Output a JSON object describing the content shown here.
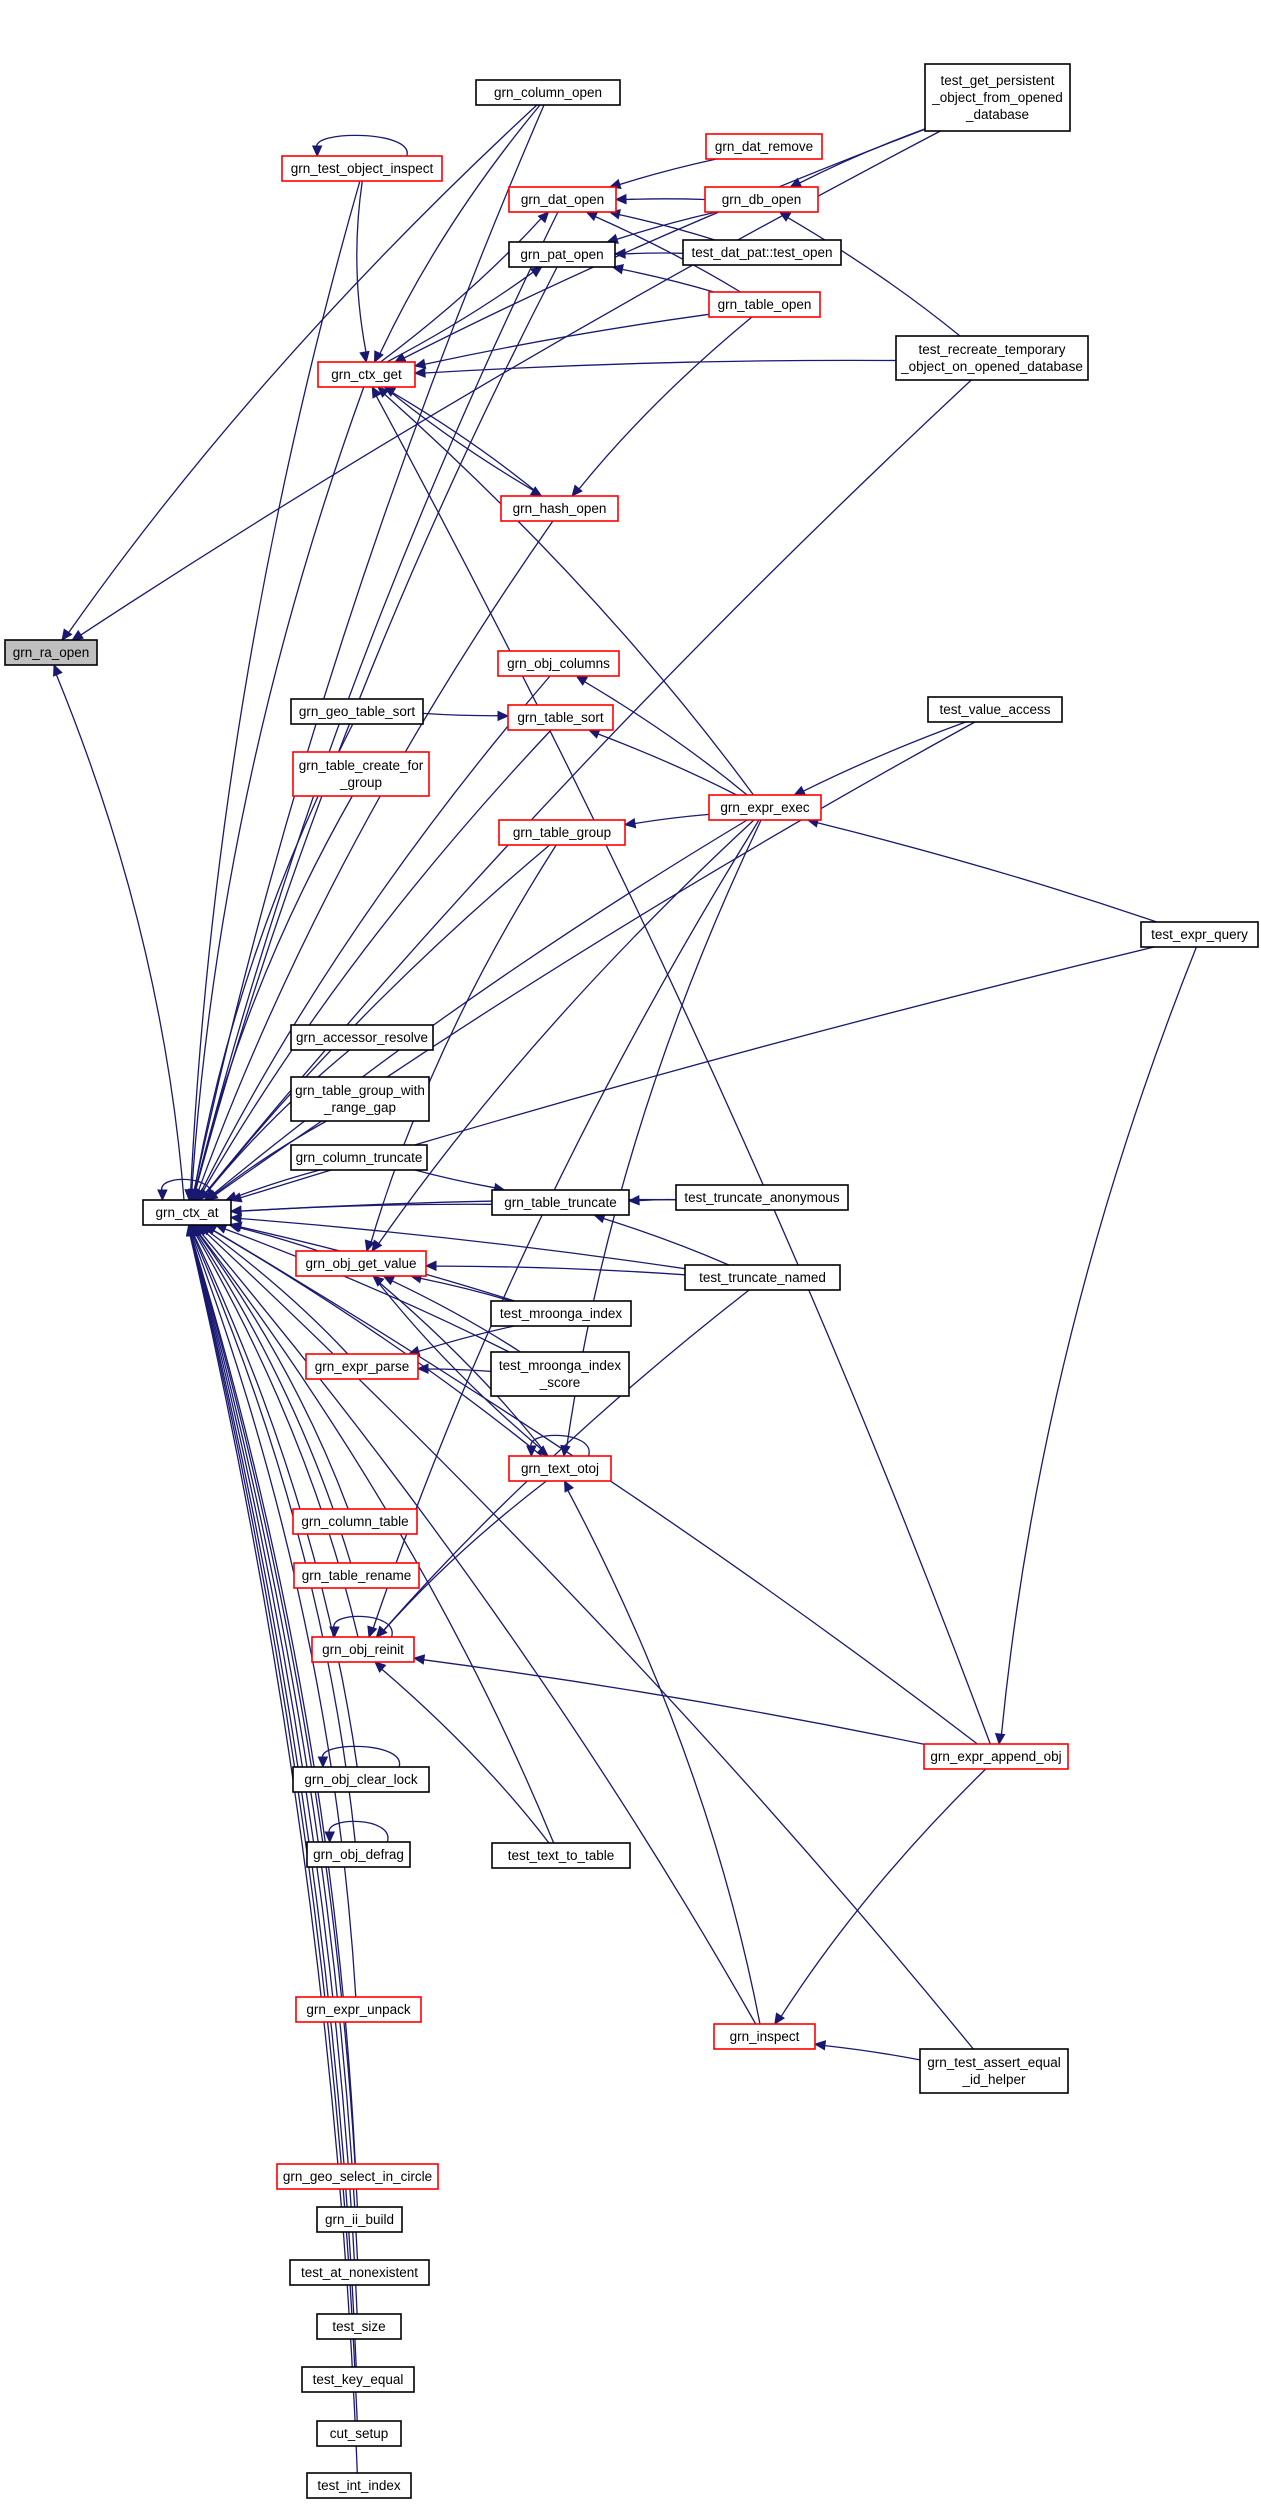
{
  "colors": {
    "edge": "#191970",
    "border_default": "#000000",
    "border_truncated": "#ff0000",
    "focus_fill": "#bfbfbf",
    "text": "#000000",
    "background": "#ffffff"
  },
  "nodes": [
    {
      "id": "n_ra_open",
      "lines": [
        "grn_ra_open"
      ],
      "style": "focus"
    },
    {
      "id": "n_ctx_at",
      "lines": [
        "grn_ctx_at"
      ],
      "style": "default"
    },
    {
      "id": "n_column_open",
      "lines": [
        "grn_column_open"
      ],
      "style": "default"
    },
    {
      "id": "n_test_get_persistent",
      "lines": [
        "test_get_persistent",
        "_object_from_opened",
        "_database"
      ],
      "style": "default"
    },
    {
      "id": "n_test_object_inspect",
      "lines": [
        "grn_test_object_inspect"
      ],
      "style": "truncated"
    },
    {
      "id": "n_dat_remove",
      "lines": [
        "grn_dat_remove"
      ],
      "style": "truncated"
    },
    {
      "id": "n_dat_open",
      "lines": [
        "grn_dat_open"
      ],
      "style": "truncated"
    },
    {
      "id": "n_db_open",
      "lines": [
        "grn_db_open"
      ],
      "style": "truncated"
    },
    {
      "id": "n_pat_open",
      "lines": [
        "grn_pat_open"
      ],
      "style": "default"
    },
    {
      "id": "n_test_dat_pat_open",
      "lines": [
        "test_dat_pat::test_open"
      ],
      "style": "default"
    },
    {
      "id": "n_table_open",
      "lines": [
        "grn_table_open"
      ],
      "style": "truncated"
    },
    {
      "id": "n_ctx_get",
      "lines": [
        "grn_ctx_get"
      ],
      "style": "truncated"
    },
    {
      "id": "n_test_recreate",
      "lines": [
        "test_recreate_temporary",
        "_object_on_opened_database"
      ],
      "style": "default"
    },
    {
      "id": "n_hash_open",
      "lines": [
        "grn_hash_open"
      ],
      "style": "truncated"
    },
    {
      "id": "n_obj_columns",
      "lines": [
        "grn_obj_columns"
      ],
      "style": "truncated"
    },
    {
      "id": "n_geo_table_sort",
      "lines": [
        "grn_geo_table_sort"
      ],
      "style": "default"
    },
    {
      "id": "n_table_sort",
      "lines": [
        "grn_table_sort"
      ],
      "style": "truncated"
    },
    {
      "id": "n_test_value_access",
      "lines": [
        "test_value_access"
      ],
      "style": "default"
    },
    {
      "id": "n_table_create_for_group",
      "lines": [
        "grn_table_create_for",
        "_group"
      ],
      "style": "truncated"
    },
    {
      "id": "n_expr_exec",
      "lines": [
        "grn_expr_exec"
      ],
      "style": "truncated"
    },
    {
      "id": "n_table_group",
      "lines": [
        "grn_table_group"
      ],
      "style": "truncated"
    },
    {
      "id": "n_test_expr_query",
      "lines": [
        "test_expr_query"
      ],
      "style": "default"
    },
    {
      "id": "n_accessor_resolve",
      "lines": [
        "grn_accessor_resolve"
      ],
      "style": "default"
    },
    {
      "id": "n_table_group_with_range_gap",
      "lines": [
        "grn_table_group_with",
        "_range_gap"
      ],
      "style": "default"
    },
    {
      "id": "n_column_truncate",
      "lines": [
        "grn_column_truncate"
      ],
      "style": "default"
    },
    {
      "id": "n_table_truncate",
      "lines": [
        "grn_table_truncate"
      ],
      "style": "default"
    },
    {
      "id": "n_test_truncate_anonymous",
      "lines": [
        "test_truncate_anonymous"
      ],
      "style": "default"
    },
    {
      "id": "n_obj_get_value",
      "lines": [
        "grn_obj_get_value"
      ],
      "style": "truncated"
    },
    {
      "id": "n_test_truncate_named",
      "lines": [
        "test_truncate_named"
      ],
      "style": "default"
    },
    {
      "id": "n_test_mroonga_index",
      "lines": [
        "test_mroonga_index"
      ],
      "style": "default"
    },
    {
      "id": "n_expr_parse",
      "lines": [
        "grn_expr_parse"
      ],
      "style": "truncated"
    },
    {
      "id": "n_test_mroonga_index_score",
      "lines": [
        "test_mroonga_index",
        "_score"
      ],
      "style": "default"
    },
    {
      "id": "n_text_otoj",
      "lines": [
        "grn_text_otoj"
      ],
      "style": "truncated"
    },
    {
      "id": "n_column_table",
      "lines": [
        "grn_column_table"
      ],
      "style": "truncated"
    },
    {
      "id": "n_table_rename",
      "lines": [
        "grn_table_rename"
      ],
      "style": "truncated"
    },
    {
      "id": "n_obj_reinit",
      "lines": [
        "grn_obj_reinit"
      ],
      "style": "truncated"
    },
    {
      "id": "n_expr_append_obj",
      "lines": [
        "grn_expr_append_obj"
      ],
      "style": "truncated"
    },
    {
      "id": "n_obj_clear_lock",
      "lines": [
        "grn_obj_clear_lock"
      ],
      "style": "default"
    },
    {
      "id": "n_obj_defrag",
      "lines": [
        "grn_obj_defrag"
      ],
      "style": "default"
    },
    {
      "id": "n_test_text_to_table",
      "lines": [
        "test_text_to_table"
      ],
      "style": "default"
    },
    {
      "id": "n_expr_unpack",
      "lines": [
        "grn_expr_unpack"
      ],
      "style": "truncated"
    },
    {
      "id": "n_inspect",
      "lines": [
        "grn_inspect"
      ],
      "style": "truncated"
    },
    {
      "id": "n_test_assert_equal_id_helper",
      "lines": [
        "grn_test_assert_equal",
        "_id_helper"
      ],
      "style": "default"
    },
    {
      "id": "n_geo_select_in_circle",
      "lines": [
        "grn_geo_select_in_circle"
      ],
      "style": "truncated"
    },
    {
      "id": "n_ii_build",
      "lines": [
        "grn_ii_build"
      ],
      "style": "default"
    },
    {
      "id": "n_test_at_nonexistent",
      "lines": [
        "test_at_nonexistent"
      ],
      "style": "default"
    },
    {
      "id": "n_test_size",
      "lines": [
        "test_size"
      ],
      "style": "default"
    },
    {
      "id": "n_test_key_equal",
      "lines": [
        "test_key_equal"
      ],
      "style": "default"
    },
    {
      "id": "n_cut_setup",
      "lines": [
        "cut_setup"
      ],
      "style": "default"
    },
    {
      "id": "n_test_int_index",
      "lines": [
        "test_int_index"
      ],
      "style": "default"
    }
  ],
  "edges": [
    [
      "n_ctx_at",
      "n_ra_open"
    ],
    [
      "n_test_get_persistent",
      "n_ra_open"
    ],
    [
      "n_column_open",
      "n_ra_open"
    ],
    [
      "n_ctx_at",
      "n_ctx_at"
    ],
    [
      "n_column_open",
      "n_ctx_at"
    ],
    [
      "n_test_object_inspect",
      "n_ctx_at"
    ],
    [
      "n_dat_open",
      "n_ctx_at"
    ],
    [
      "n_pat_open",
      "n_ctx_at"
    ],
    [
      "n_ctx_get",
      "n_ctx_at"
    ],
    [
      "n_hash_open",
      "n_ctx_at"
    ],
    [
      "n_test_recreate",
      "n_ctx_at"
    ],
    [
      "n_test_value_access",
      "n_ctx_at"
    ],
    [
      "n_obj_columns",
      "n_ctx_at"
    ],
    [
      "n_table_sort",
      "n_ctx_at"
    ],
    [
      "n_geo_table_sort",
      "n_ctx_at"
    ],
    [
      "n_table_create_for_group",
      "n_ctx_at"
    ],
    [
      "n_expr_exec",
      "n_ctx_at"
    ],
    [
      "n_table_group",
      "n_ctx_at"
    ],
    [
      "n_test_expr_query",
      "n_ctx_at"
    ],
    [
      "n_test_truncate_anonymous",
      "n_ctx_at"
    ],
    [
      "n_accessor_resolve",
      "n_ctx_at"
    ],
    [
      "n_table_group_with_range_gap",
      "n_ctx_at"
    ],
    [
      "n_column_truncate",
      "n_ctx_at"
    ],
    [
      "n_table_truncate",
      "n_ctx_at"
    ],
    [
      "n_obj_get_value",
      "n_ctx_at"
    ],
    [
      "n_test_mroonga_index",
      "n_ctx_at"
    ],
    [
      "n_expr_parse",
      "n_ctx_at"
    ],
    [
      "n_test_mroonga_index_score",
      "n_ctx_at"
    ],
    [
      "n_text_otoj",
      "n_ctx_at"
    ],
    [
      "n_column_table",
      "n_ctx_at"
    ],
    [
      "n_table_rename",
      "n_ctx_at"
    ],
    [
      "n_obj_reinit",
      "n_ctx_at"
    ],
    [
      "n_test_truncate_named",
      "n_ctx_at"
    ],
    [
      "n_obj_clear_lock",
      "n_ctx_at"
    ],
    [
      "n_obj_defrag",
      "n_ctx_at"
    ],
    [
      "n_test_text_to_table",
      "n_ctx_at"
    ],
    [
      "n_expr_append_obj",
      "n_ctx_at"
    ],
    [
      "n_expr_unpack",
      "n_ctx_at"
    ],
    [
      "n_inspect",
      "n_ctx_at"
    ],
    [
      "n_test_assert_equal_id_helper",
      "n_ctx_at"
    ],
    [
      "n_geo_select_in_circle",
      "n_ctx_at"
    ],
    [
      "n_ii_build",
      "n_ctx_at"
    ],
    [
      "n_test_at_nonexistent",
      "n_ctx_at"
    ],
    [
      "n_test_size",
      "n_ctx_at"
    ],
    [
      "n_test_key_equal",
      "n_ctx_at"
    ],
    [
      "n_cut_setup",
      "n_ctx_at"
    ],
    [
      "n_test_int_index",
      "n_ctx_at"
    ],
    [
      "n_test_object_inspect",
      "n_test_object_inspect"
    ],
    [
      "n_dat_remove",
      "n_dat_open"
    ],
    [
      "n_db_open",
      "n_dat_open"
    ],
    [
      "n_test_dat_pat_open",
      "n_dat_open"
    ],
    [
      "n_table_open",
      "n_dat_open"
    ],
    [
      "n_test_get_persistent",
      "n_db_open"
    ],
    [
      "n_test_recreate",
      "n_db_open"
    ],
    [
      "n_db_open",
      "n_pat_open"
    ],
    [
      "n_test_dat_pat_open",
      "n_pat_open"
    ],
    [
      "n_table_open",
      "n_pat_open"
    ],
    [
      "n_ctx_get",
      "n_dat_open"
    ],
    [
      "n_ctx_get",
      "n_pat_open"
    ],
    [
      "n_test_get_persistent",
      "n_ctx_get"
    ],
    [
      "n_column_open",
      "n_ctx_get"
    ],
    [
      "n_test_object_inspect",
      "n_ctx_get"
    ],
    [
      "n_table_open",
      "n_ctx_get"
    ],
    [
      "n_test_recreate",
      "n_ctx_get"
    ],
    [
      "n_hash_open",
      "n_ctx_get"
    ],
    [
      "n_expr_exec",
      "n_ctx_get"
    ],
    [
      "n_expr_append_obj",
      "n_ctx_get"
    ],
    [
      "n_ctx_get",
      "n_hash_open"
    ],
    [
      "n_table_open",
      "n_hash_open"
    ],
    [
      "n_expr_exec",
      "n_obj_columns"
    ],
    [
      "n_geo_table_sort",
      "n_table_sort"
    ],
    [
      "n_expr_exec",
      "n_table_sort"
    ],
    [
      "n_test_value_access",
      "n_expr_exec"
    ],
    [
      "n_test_expr_query",
      "n_expr_exec"
    ],
    [
      "n_expr_exec",
      "n_table_group"
    ],
    [
      "n_test_expr_query",
      "n_expr_append_obj"
    ],
    [
      "n_column_truncate",
      "n_table_truncate"
    ],
    [
      "n_test_truncate_anonymous",
      "n_table_truncate"
    ],
    [
      "n_test_truncate_named",
      "n_table_truncate"
    ],
    [
      "n_table_group",
      "n_obj_get_value"
    ],
    [
      "n_expr_exec",
      "n_obj_get_value"
    ],
    [
      "n_test_truncate_named",
      "n_obj_get_value"
    ],
    [
      "n_test_mroonga_index",
      "n_obj_get_value"
    ],
    [
      "n_test_mroonga_index_score",
      "n_obj_get_value"
    ],
    [
      "n_text_otoj",
      "n_obj_get_value"
    ],
    [
      "n_test_mroonga_index",
      "n_expr_parse"
    ],
    [
      "n_test_mroonga_index_score",
      "n_expr_parse"
    ],
    [
      "n_text_otoj",
      "n_text_otoj"
    ],
    [
      "n_expr_exec",
      "n_text_otoj"
    ],
    [
      "n_obj_get_value",
      "n_text_otoj"
    ],
    [
      "n_inspect",
      "n_text_otoj"
    ],
    [
      "n_obj_reinit",
      "n_obj_reinit"
    ],
    [
      "n_text_otoj",
      "n_obj_reinit"
    ],
    [
      "n_expr_exec",
      "n_obj_reinit"
    ],
    [
      "n_test_truncate_named",
      "n_obj_reinit"
    ],
    [
      "n_expr_append_obj",
      "n_obj_reinit"
    ],
    [
      "n_test_text_to_table",
      "n_obj_reinit"
    ],
    [
      "n_obj_clear_lock",
      "n_obj_clear_lock"
    ],
    [
      "n_obj_defrag",
      "n_obj_defrag"
    ],
    [
      "n_expr_append_obj",
      "n_inspect"
    ],
    [
      "n_test_assert_equal_id_helper",
      "n_inspect"
    ]
  ]
}
